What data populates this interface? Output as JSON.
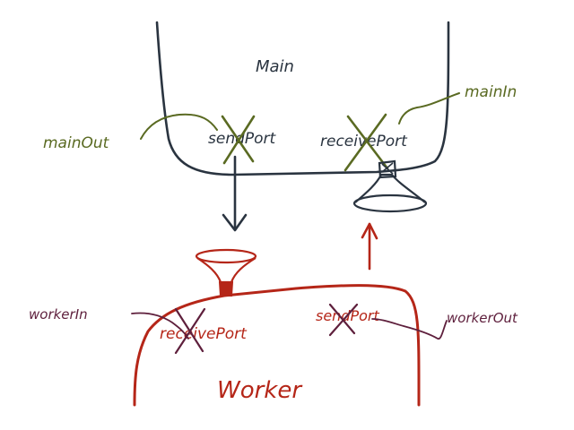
{
  "colors": {
    "main": "#2a3440",
    "olive": "#5a6a22",
    "red": "#b52618",
    "maroon": "#5e1f3c"
  },
  "main": {
    "title": "Main",
    "send_port": "sendPort",
    "receive_port": "receivePort",
    "main_out": "mainOut",
    "main_in": "mainIn"
  },
  "worker": {
    "title": "Worker",
    "receive_port": "receivePort",
    "send_port": "sendPort",
    "worker_in": "workerIn",
    "worker_out": "workerOut"
  },
  "icons": {
    "main_funnel": "funnel-icon",
    "worker_funnel": "funnel-icon",
    "strike": "cross-out-mark"
  }
}
